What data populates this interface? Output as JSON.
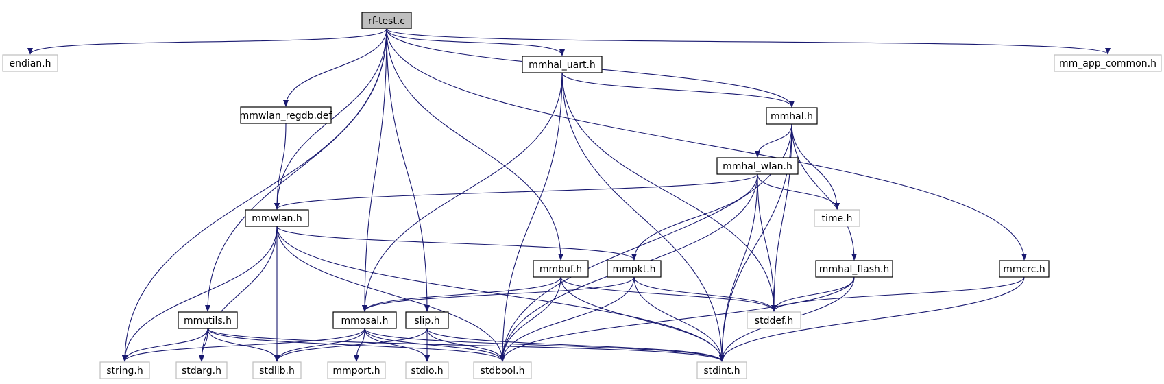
{
  "colors": {
    "edge": "#191970",
    "root_fill": "#bfbfbf",
    "documented_border": "#000000",
    "external_border": "#bfbfbf",
    "background": "#ffffff"
  },
  "nodes": [
    {
      "id": "rf_test_c",
      "label": "rf-test.c",
      "kind": "root"
    },
    {
      "id": "endian_h",
      "label": "endian.h",
      "kind": "external"
    },
    {
      "id": "mm_app_common_h",
      "label": "mm_app_common.h",
      "kind": "external"
    },
    {
      "id": "mmhal_uart_h",
      "label": "mmhal_uart.h",
      "kind": "documented"
    },
    {
      "id": "mmwlan_regdb_def",
      "label": "mmwlan_regdb.def",
      "kind": "documented"
    },
    {
      "id": "mmhal_h",
      "label": "mmhal.h",
      "kind": "documented"
    },
    {
      "id": "mmhal_wlan_h",
      "label": "mmhal_wlan.h",
      "kind": "documented"
    },
    {
      "id": "mmwlan_h",
      "label": "mmwlan.h",
      "kind": "documented"
    },
    {
      "id": "time_h",
      "label": "time.h",
      "kind": "external"
    },
    {
      "id": "mmbuf_h",
      "label": "mmbuf.h",
      "kind": "documented"
    },
    {
      "id": "mmpkt_h",
      "label": "mmpkt.h",
      "kind": "documented"
    },
    {
      "id": "mmhal_flash_h",
      "label": "mmhal_flash.h",
      "kind": "documented"
    },
    {
      "id": "mmcrc_h",
      "label": "mmcrc.h",
      "kind": "documented"
    },
    {
      "id": "mmutils_h",
      "label": "mmutils.h",
      "kind": "documented"
    },
    {
      "id": "mmosal_h",
      "label": "mmosal.h",
      "kind": "documented"
    },
    {
      "id": "slip_h",
      "label": "slip.h",
      "kind": "documented"
    },
    {
      "id": "stddef_h",
      "label": "stddef.h",
      "kind": "external"
    },
    {
      "id": "string_h",
      "label": "string.h",
      "kind": "external"
    },
    {
      "id": "stdarg_h",
      "label": "stdarg.h",
      "kind": "external"
    },
    {
      "id": "stdlib_h",
      "label": "stdlib.h",
      "kind": "external"
    },
    {
      "id": "mmport_h",
      "label": "mmport.h",
      "kind": "external"
    },
    {
      "id": "stdio_h",
      "label": "stdio.h",
      "kind": "external"
    },
    {
      "id": "stdbool_h",
      "label": "stdbool.h",
      "kind": "external"
    },
    {
      "id": "stdint_h",
      "label": "stdint.h",
      "kind": "external"
    }
  ],
  "edges": [
    [
      "rf_test_c",
      "endian_h"
    ],
    [
      "rf_test_c",
      "string_h"
    ],
    [
      "rf_test_c",
      "mmutils_h"
    ],
    [
      "rf_test_c",
      "mmwlan_h"
    ],
    [
      "rf_test_c",
      "mmwlan_regdb_def"
    ],
    [
      "rf_test_c",
      "mmosal_h"
    ],
    [
      "rf_test_c",
      "slip_h"
    ],
    [
      "rf_test_c",
      "mmbuf_h"
    ],
    [
      "rf_test_c",
      "mmhal_uart_h"
    ],
    [
      "rf_test_c",
      "mmhal_h"
    ],
    [
      "rf_test_c",
      "mmcrc_h"
    ],
    [
      "rf_test_c",
      "mm_app_common_h"
    ],
    [
      "mmhal_uart_h",
      "mmosal_h"
    ],
    [
      "mmhal_uart_h",
      "stdbool_h"
    ],
    [
      "mmhal_uart_h",
      "stddef_h"
    ],
    [
      "mmhal_uart_h",
      "mmhal_h"
    ],
    [
      "mmhal_uart_h",
      "stdint_h"
    ],
    [
      "mmwlan_regdb_def",
      "mmwlan_h"
    ],
    [
      "mmhal_h",
      "stdbool_h"
    ],
    [
      "mmhal_h",
      "mmhal_wlan_h"
    ],
    [
      "mmhal_h",
      "time_h"
    ],
    [
      "mmhal_h",
      "stddef_h"
    ],
    [
      "mmhal_h",
      "mmhal_flash_h"
    ],
    [
      "mmhal_h",
      "stdint_h"
    ],
    [
      "mmhal_wlan_h",
      "mmwlan_h"
    ],
    [
      "mmhal_wlan_h",
      "time_h"
    ],
    [
      "mmhal_wlan_h",
      "mmpkt_h"
    ],
    [
      "mmhal_wlan_h",
      "stdbool_h"
    ],
    [
      "mmhal_wlan_h",
      "stddef_h"
    ],
    [
      "mmhal_wlan_h",
      "stdint_h"
    ],
    [
      "mmwlan_h",
      "string_h"
    ],
    [
      "mmwlan_h",
      "stdarg_h"
    ],
    [
      "mmwlan_h",
      "stdlib_h"
    ],
    [
      "mmwlan_h",
      "stdbool_h"
    ],
    [
      "mmwlan_h",
      "mmpkt_h"
    ],
    [
      "mmwlan_h",
      "stdint_h"
    ],
    [
      "mmbuf_h",
      "mmosal_h"
    ],
    [
      "mmbuf_h",
      "stdbool_h"
    ],
    [
      "mmbuf_h",
      "stddef_h"
    ],
    [
      "mmbuf_h",
      "stdint_h"
    ],
    [
      "mmpkt_h",
      "mmosal_h"
    ],
    [
      "mmpkt_h",
      "stdbool_h"
    ],
    [
      "mmpkt_h",
      "stddef_h"
    ],
    [
      "mmpkt_h",
      "stdint_h"
    ],
    [
      "mmhal_flash_h",
      "stddef_h"
    ],
    [
      "mmhal_flash_h",
      "stdbool_h"
    ],
    [
      "mmhal_flash_h",
      "stdint_h"
    ],
    [
      "mmcrc_h",
      "stddef_h"
    ],
    [
      "mmcrc_h",
      "stdint_h"
    ],
    [
      "mmutils_h",
      "string_h"
    ],
    [
      "mmutils_h",
      "stdarg_h"
    ],
    [
      "mmutils_h",
      "stdlib_h"
    ],
    [
      "mmutils_h",
      "stdbool_h"
    ],
    [
      "mmutils_h",
      "stdint_h"
    ],
    [
      "mmosal_h",
      "string_h"
    ],
    [
      "mmosal_h",
      "stdlib_h"
    ],
    [
      "mmosal_h",
      "mmport_h"
    ],
    [
      "mmosal_h",
      "stdio_h"
    ],
    [
      "mmosal_h",
      "stdbool_h"
    ],
    [
      "mmosal_h",
      "stdint_h"
    ],
    [
      "slip_h",
      "stdlib_h"
    ],
    [
      "slip_h",
      "stdio_h"
    ],
    [
      "slip_h",
      "stdbool_h"
    ],
    [
      "slip_h",
      "stdint_h"
    ]
  ]
}
